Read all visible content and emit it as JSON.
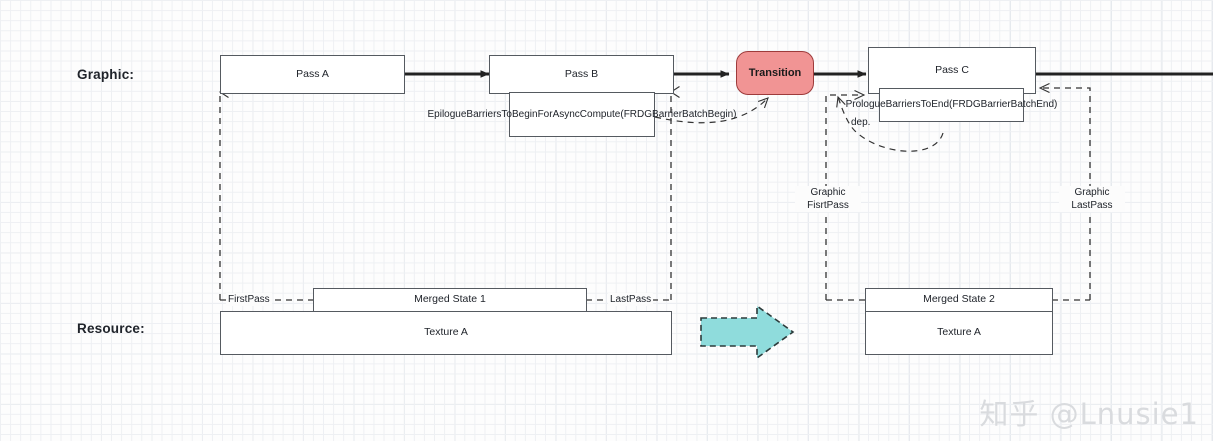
{
  "rows": {
    "graphic_label": "Graphic:",
    "resource_label": "Resource:"
  },
  "graphic_nodes": [
    {
      "id": "pass-a",
      "label": "Pass A"
    },
    {
      "id": "pass-b",
      "label": "Pass B"
    },
    {
      "id": "transition",
      "label": "Transition"
    },
    {
      "id": "pass-c",
      "label": "Pass C"
    }
  ],
  "notes": [
    {
      "id": "note-pass-b",
      "label": "EpilogueBarriersToBeginForAsyncCompute(FRDGBarrierBatchBegin)"
    },
    {
      "id": "note-pass-c",
      "label": "PrologueBarriersToEnd(FRDGBarrierBatchEnd)"
    }
  ],
  "resource_nodes": [
    {
      "id": "merged-state-1",
      "label": "Merged State 1"
    },
    {
      "id": "texture-a-left",
      "label": "Texture A"
    },
    {
      "id": "merged-state-2",
      "label": "Merged State 2"
    },
    {
      "id": "texture-a-right",
      "label": "Texture A"
    }
  ],
  "edge_labels": [
    {
      "id": "first-pass",
      "label": "FirstPass"
    },
    {
      "id": "last-pass",
      "label": "LastPass"
    },
    {
      "id": "dep",
      "label": "dep."
    },
    {
      "id": "graphic-first-pass",
      "label": "Graphic\nFisrtPass",
      "line1": "Graphic",
      "line2": "FisrtPass"
    },
    {
      "id": "graphic-last-pass",
      "label": "Graphic\nLastPass",
      "line1": "Graphic",
      "line2": "LastPass"
    }
  ],
  "transform_arrow": {
    "id": "transform-arrow",
    "fill": "#8fdcdc",
    "stroke": "#2c3b3b"
  },
  "watermark": {
    "text": "知乎 @Lnusie1"
  },
  "colors": {
    "box_border": "#555a60",
    "transition_fill": "#f19494",
    "transition_border": "#9e3b3b",
    "flow_arrow": "#222222",
    "dashed_edge": "#333333",
    "grid_minor": "#eef0f3",
    "grid_major": "#e3e7ec",
    "text": "#20242b"
  }
}
